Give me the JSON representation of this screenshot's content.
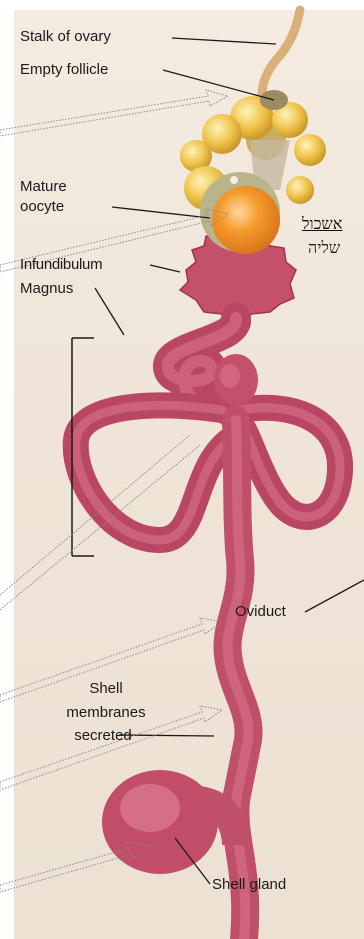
{
  "labels": {
    "stalk_of_ovary": "Stalk of ovary",
    "empty_follicle": "Empty follicle",
    "mature_oocyte_1": "Mature",
    "mature_oocyte_2": "oocyte",
    "infundibulum": "Infundibulum",
    "magnus": "Magnus",
    "shell_membranes_1": "Shell",
    "shell_membranes_2": "membranes",
    "shell_membranes_3": "secreted",
    "oviduct": "Oviduct",
    "shell_gland": "Shell gland"
  },
  "hebrew": {
    "fertilization": "אשכול",
    "tag2": "שליה"
  },
  "colors": {
    "background": "#efe4d7",
    "oviduct": "#c9566e",
    "oocyte": "#f5a21e",
    "follicle": "#f0c64a",
    "leader_line": "#1a1a1a",
    "arrow_outline": "#8a8a8a"
  }
}
